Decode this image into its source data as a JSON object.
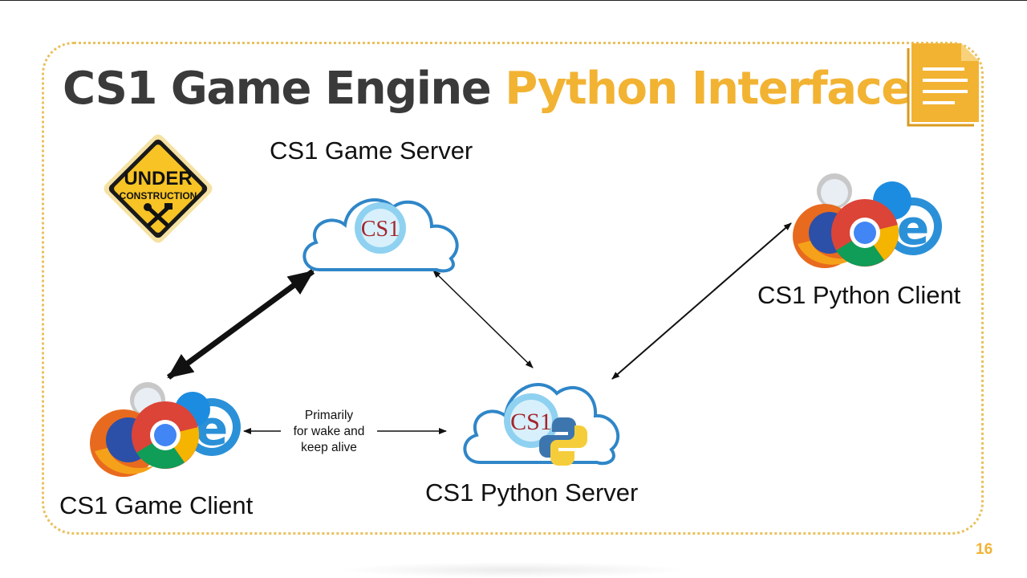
{
  "slide": {
    "title_part1": "CS1 Game Engine",
    "title_part2": "Python Interface",
    "page_number": "16",
    "accent_color": "#f2b333"
  },
  "sign": {
    "line1": "UNDER",
    "line2": "CONSTRUCTION",
    "icon": "tools-icon"
  },
  "nodes": {
    "game_server": {
      "label": "CS1 Game Server",
      "logo": "CS1",
      "icon": "cloud-icon"
    },
    "python_server": {
      "label": "CS1 Python Server",
      "logo": "CS1",
      "icon": "cloud-python-icon"
    },
    "game_client": {
      "label": "CS1 Game Client",
      "icon": "browsers-icon"
    },
    "python_client": {
      "label": "CS1 Python Client",
      "icon": "browsers-icon"
    }
  },
  "annotation": {
    "line1": "Primarily",
    "line2": "for wake and",
    "line3": "keep alive"
  },
  "colors": {
    "title_dark": "#3a3a3a",
    "cloud_outline": "#2f86c8",
    "logo_red": "#a4252c"
  }
}
